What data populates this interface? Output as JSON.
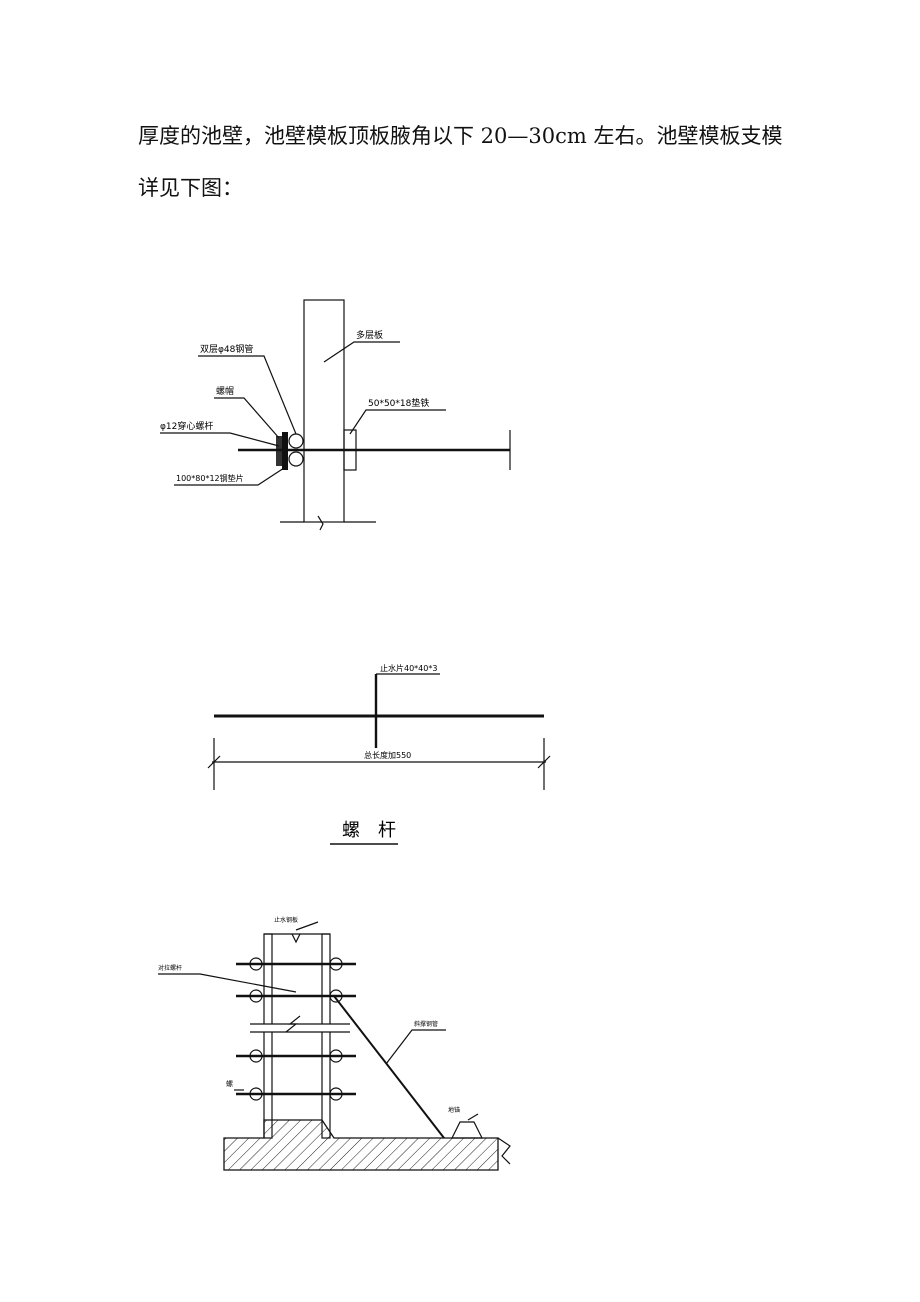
{
  "paragraph": {
    "line1": "厚度的池壁，池壁模板顶板腋角以下 20—30cm 左右。池壁模板支模",
    "line2": "详见下图："
  },
  "figure1": {
    "label_pipe": "双层φ48钢管",
    "label_nut": "螺帽",
    "label_bolt": "φ12穿心螺杆",
    "label_washer": "100*80*12钢垫片",
    "label_board": "多层板",
    "label_steel": "50*50*18垫铁"
  },
  "figure2": {
    "label_waterstop": "止水片40*40*3",
    "label_length": "总长度加550",
    "caption": "螺　杆"
  },
  "figure3": {
    "label_top": "止水钢板",
    "label_bar": "对拉螺杆",
    "label_brace": "斜撑钢管",
    "label_anchor": "地锚",
    "label_nut": "螺"
  }
}
